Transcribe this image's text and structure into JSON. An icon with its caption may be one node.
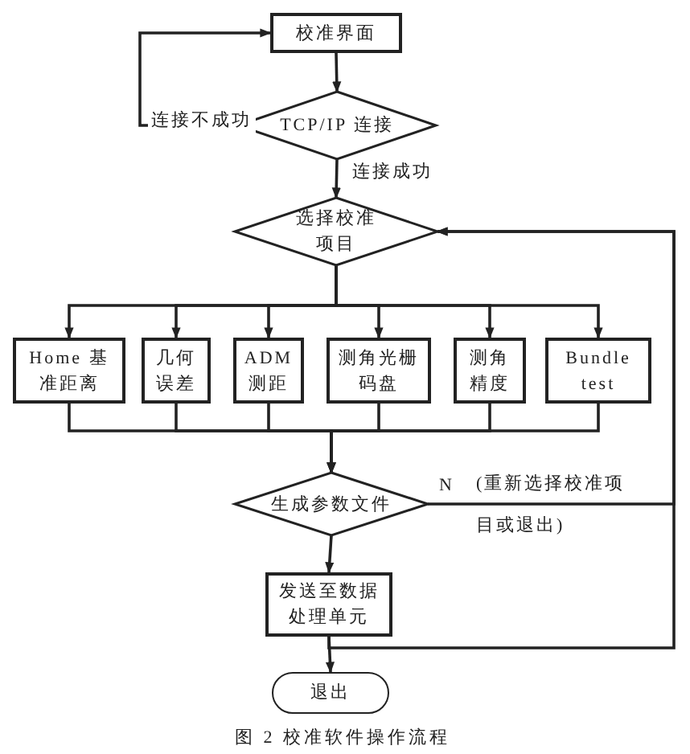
{
  "diagram": {
    "caption": "图 2 校准软件操作流程",
    "nodes": [
      {
        "text": [
          "校准界面"
        ]
      },
      {
        "text": [
          "TCP/IP 连接"
        ]
      },
      {
        "text": [
          "选择校准项目"
        ]
      },
      {
        "text": [
          "Home 基准距离"
        ]
      },
      {
        "text": [
          "几何误差"
        ]
      },
      {
        "text": [
          "ADM测距"
        ]
      },
      {
        "text": [
          "测角光栅码盘"
        ]
      },
      {
        "text": [
          "测角精度"
        ]
      },
      {
        "text": [
          "Bundle test"
        ]
      },
      {
        "text": [
          "生成参数文件"
        ]
      },
      {
        "text": [
          "发送至数据处理单元"
        ]
      },
      {
        "text": [
          "退出"
        ]
      }
    ],
    "edges": [
      {
        "from": 0,
        "to": 1,
        "arrow": "to"
      },
      {
        "from": 1,
        "to": 0,
        "arrow": "to",
        "label": "连接不成功"
      },
      {
        "from": 1,
        "to": 2,
        "arrow": "to",
        "label": "连接成功"
      },
      {
        "from": 2,
        "to": 3,
        "arrow": "to"
      },
      {
        "from": 2,
        "to": 4,
        "arrow": "to"
      },
      {
        "from": 2,
        "to": 5,
        "arrow": "to"
      },
      {
        "from": 2,
        "to": 6,
        "arrow": "to"
      },
      {
        "from": 2,
        "to": 7,
        "arrow": "to"
      },
      {
        "from": 2,
        "to": 8,
        "arrow": "to"
      },
      {
        "from": 3,
        "to": 9,
        "arrow": "to"
      },
      {
        "from": 4,
        "to": 9,
        "arrow": "to"
      },
      {
        "from": 5,
        "to": 9,
        "arrow": "to"
      },
      {
        "from": 6,
        "to": 9,
        "arrow": "to"
      },
      {
        "from": 7,
        "to": 9,
        "arrow": "to"
      },
      {
        "from": 8,
        "to": 9,
        "arrow": "to"
      },
      {
        "from": 9,
        "to": 2,
        "arrow": "to",
        "label": "N"
      },
      {
        "from": 9,
        "to": 10,
        "arrow": "to"
      },
      {
        "from": 10,
        "to": 11,
        "arrow": "to"
      },
      {
        "from": 10,
        "to": 2,
        "arrow": "to"
      }
    ],
    "labels": [
      "(重新选择校准项目或退出)"
    ]
  }
}
